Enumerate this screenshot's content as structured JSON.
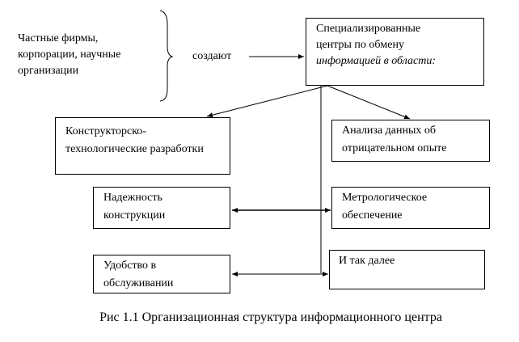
{
  "source": {
    "lines": [
      "Частные фирмы,",
      "корпорации, научные",
      "организации"
    ]
  },
  "verb": "создают",
  "center": {
    "line1": "Специализированные",
    "line2": "центры по обмену",
    "line3": "информацией в области:"
  },
  "areas": [
    {
      "line1": "Конструкторско-",
      "line2": "технологические разработки"
    },
    {
      "line1": "Анализа данных об",
      "line2": "отрицательном опыте"
    },
    {
      "line1": "Надежность",
      "line2": "конструкции"
    },
    {
      "line1": "Метрологическое",
      "line2": "обеспечение"
    },
    {
      "line1": "Удобство в",
      "line2": "обслуживании"
    },
    {
      "line1": "И так далее"
    }
  ],
  "caption": "Рис 1.1 Организационная структура информационного центра"
}
